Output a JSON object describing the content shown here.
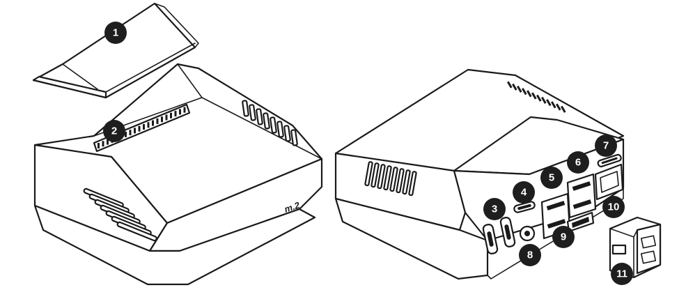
{
  "callouts": [
    {
      "id": "1",
      "label": "1"
    },
    {
      "id": "2",
      "label": "2"
    },
    {
      "id": "3",
      "label": "3"
    },
    {
      "id": "4",
      "label": "4"
    },
    {
      "id": "5",
      "label": "5"
    },
    {
      "id": "6",
      "label": "6"
    },
    {
      "id": "7",
      "label": "7"
    },
    {
      "id": "8",
      "label": "8"
    },
    {
      "id": "9",
      "label": "9"
    },
    {
      "id": "10",
      "label": "10"
    },
    {
      "id": "11",
      "label": "11"
    }
  ],
  "case_logo": "m.2",
  "colors": {
    "line": "#1a1a1a",
    "callout_fill": "#1e1e1e",
    "callout_text": "#ffffff",
    "background": "#ffffff"
  }
}
